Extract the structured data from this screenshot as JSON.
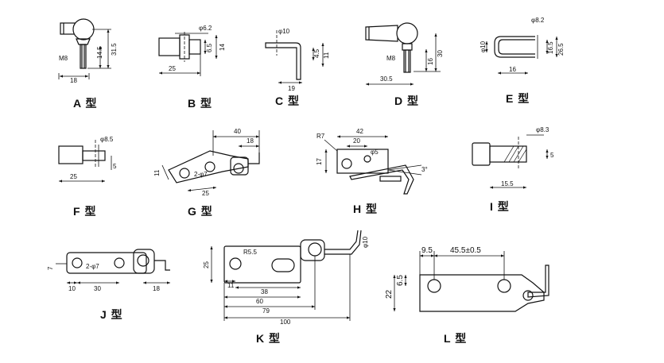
{
  "types": [
    {
      "key": "A",
      "caption": "A 型",
      "dims": {
        "thread": "M8",
        "width": "18",
        "h1": "14.5",
        "h2": "31.5"
      }
    },
    {
      "key": "B",
      "caption": "B 型",
      "dims": {
        "hole": "φ6.2",
        "len": "25",
        "w1": "6.5",
        "w2": "14"
      }
    },
    {
      "key": "C",
      "caption": "C 型",
      "dims": {
        "hole": "φ10",
        "len": "19",
        "h1": "4.5",
        "h2": "11"
      }
    },
    {
      "key": "D",
      "caption": "D 型",
      "dims": {
        "thread": "M8",
        "len": "30.5",
        "h1": "16",
        "h2": "30"
      }
    },
    {
      "key": "E",
      "caption": "E 型",
      "dims": {
        "hole": "φ8.2",
        "dia": "φ10",
        "len": "16",
        "w1": "16.5",
        "w2": "26.5"
      }
    },
    {
      "key": "F",
      "caption": "F 型",
      "dims": {
        "hole": "φ8.5",
        "len": "25",
        "h": "5"
      }
    },
    {
      "key": "G",
      "caption": "G 型",
      "dims": {
        "top": "40",
        "right": "18",
        "holes": "2-φ7",
        "mid": "25",
        "left": "11"
      }
    },
    {
      "key": "H",
      "caption": "H 型",
      "dims": {
        "radius": "R7",
        "top": "42",
        "mid": "20",
        "dia": "φ5",
        "height": "17",
        "angle": "3°"
      }
    },
    {
      "key": "I",
      "caption": "I 型",
      "dims": {
        "hole": "φ8.3",
        "len": "15.5",
        "h": "5"
      }
    },
    {
      "key": "J",
      "caption": "J 型",
      "dims": {
        "holes": "2-φ7",
        "left": "7",
        "a": "10",
        "b": "30",
        "c": "18"
      }
    },
    {
      "key": "K",
      "caption": "K 型",
      "dims": {
        "slot": "R5.5",
        "height": "25",
        "dia": "φ10",
        "a": "11",
        "b": "38",
        "c": "60",
        "d": "79",
        "e": "100"
      }
    },
    {
      "key": "L",
      "caption": "L 型",
      "dims": {
        "a": "9.5",
        "b": "45.5±0.5",
        "h1": "6.5",
        "h2": "22"
      }
    }
  ]
}
